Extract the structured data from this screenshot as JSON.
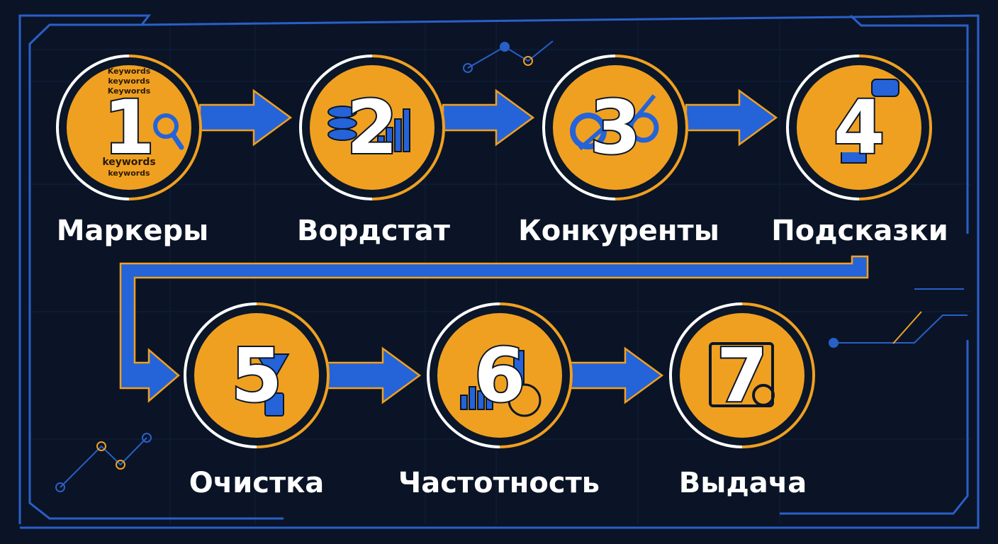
{
  "colors": {
    "background": "#0a1426",
    "accent_orange": "#f0a020",
    "accent_blue": "#2563d8",
    "frame_blue": "#2a5fc8"
  },
  "steps": [
    {
      "number": "1",
      "label": "Маркеры",
      "icon": "keywords-magnifier-icon"
    },
    {
      "number": "2",
      "label": "Вордстат",
      "icon": "database-bar-chart-icon"
    },
    {
      "number": "3",
      "label": "Конкуренты",
      "icon": "gears-trend-icon"
    },
    {
      "number": "4",
      "label": "Подсказки",
      "icon": "lightbulb-chat-icon"
    },
    {
      "number": "5",
      "label": "Очистка",
      "icon": "funnel-trash-icon"
    },
    {
      "number": "6",
      "label": "Частотность",
      "icon": "bar-chart-clock-icon"
    },
    {
      "number": "7",
      "label": "Выдача",
      "icon": "browser-search-icon"
    }
  ],
  "keywords_illustration": [
    "Keywords",
    "keywords",
    "Keywords",
    "keywords",
    "keywords"
  ]
}
